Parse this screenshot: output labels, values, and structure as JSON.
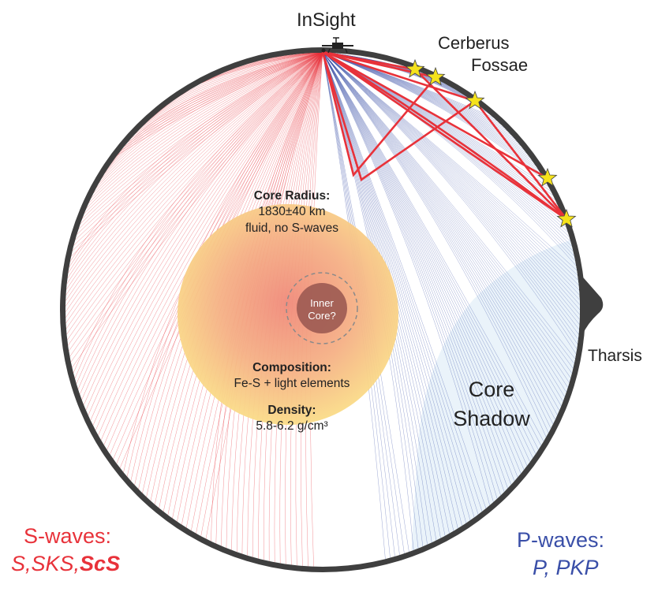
{
  "labels": {
    "station": "InSight",
    "source_region_line1": "Cerberus",
    "source_region_line2": "Fossae",
    "volcanic_region": "Tharsis",
    "shadow_line1": "Core",
    "shadow_line2": "Shadow",
    "inner_core_line1": "Inner",
    "inner_core_line2": "Core?"
  },
  "core": {
    "radius_title": "Core Radius:",
    "radius_value": "1830±40 km",
    "radius_note": "fluid, no S-waves",
    "composition_title": "Composition:",
    "composition_value": "Fe-S + light elements",
    "density_title": "Density:",
    "density_value": "5.8-6.2 g/cm³"
  },
  "legend": {
    "s_title": "S-waves:",
    "s_phases": "S,SKS,",
    "s_phase_bold": "ScS",
    "p_title": "P-waves:",
    "p_phases": "P, PKP"
  },
  "colors": {
    "s_wave": "#e8323a",
    "p_wave": "#3a4fa8",
    "crust": "#3f3f3f",
    "shadow_zone": "#eaf3fa",
    "star": "#f5e21c",
    "core_outer": "#f8d784",
    "core_inner": "#f08f7a",
    "inner_core": "#9c5a52"
  },
  "icons": {
    "station": "lander-icon",
    "event": "star-icon"
  }
}
